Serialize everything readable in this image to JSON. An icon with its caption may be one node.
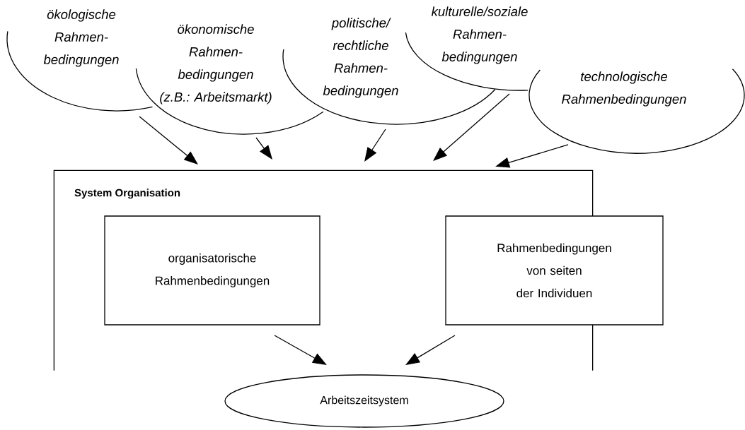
{
  "diagram": {
    "nodes": [
      {
        "text": [
          "ökologische Rahmen- bedingungen"
        ]
      },
      {
        "text": [
          "ökonomische Rahmen- bedingungen",
          "(z.B.: Arbeitsmarkt)"
        ]
      },
      {
        "text": [
          "politische/ rechtliche Rahmen- bedingungen"
        ]
      },
      {
        "text": [
          "kulturelle/soziale Rahmen- bedingungen"
        ]
      },
      {
        "text": [
          "technologische Rahmenbedingungen"
        ]
      },
      {
        "text": [
          "System Organisation"
        ]
      },
      {
        "text": [
          "organisatorische Rahmenbedingungen"
        ],
        "in": 5
      },
      {
        "text": [
          "Rahmenbedingungen von seiten der Individuen"
        ]
      },
      {
        "text": [
          "Arbeitszeitsystem"
        ]
      }
    ],
    "edges": [
      {
        "from": 0,
        "to": 5,
        "arrow": "to"
      },
      {
        "from": 1,
        "to": 5,
        "arrow": "to"
      },
      {
        "from": 2,
        "to": 5,
        "arrow": "to"
      },
      {
        "from": 3,
        "to": 5,
        "arrow": "to"
      },
      {
        "from": 4,
        "to": 5,
        "arrow": "to"
      },
      {
        "from": 6,
        "to": 8,
        "arrow": "to"
      },
      {
        "from": 7,
        "to": 8,
        "arrow": "to"
      }
    ]
  }
}
